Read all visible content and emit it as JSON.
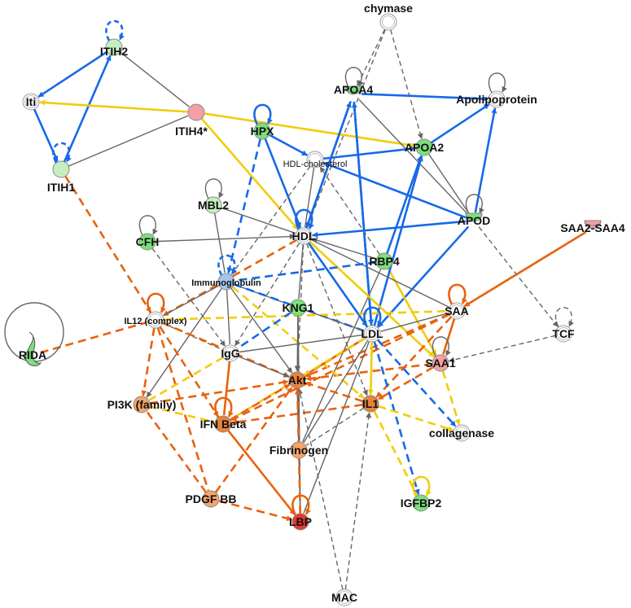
{
  "colors": {
    "blue": "#1769e8",
    "orange": "#e8620e",
    "yellow": "#f2cc0c",
    "gray": "#666666",
    "node_green": "#7be07b",
    "node_light_green": "#c6efc0",
    "node_orange": "#e8823c",
    "node_light_orange": "#f3a56a",
    "node_red": "#e53935",
    "node_pink": "#f2a0a6",
    "node_blue": "#a8c4ea",
    "node_white": "#ffffff"
  },
  "nodes": [
    {
      "id": "chymase",
      "label": "chymase",
      "fill": "white",
      "shape": "circle"
    },
    {
      "id": "itih2",
      "label": "ITIH2",
      "fill": "light_green",
      "shape": "circle"
    },
    {
      "id": "lti",
      "label": "Iti",
      "fill": "white",
      "shape": "circle"
    },
    {
      "id": "itih4",
      "label": "ITIH4*",
      "fill": "pink",
      "shape": "circle"
    },
    {
      "id": "itih1",
      "label": "ITIH1",
      "fill": "light_green",
      "shape": "circle"
    },
    {
      "id": "apoa4",
      "label": "APOA4",
      "fill": "green",
      "shape": "cup"
    },
    {
      "id": "apolipoprotein",
      "label": "Apolipoprotein",
      "fill": "white",
      "shape": "circle"
    },
    {
      "id": "hpx",
      "label": "HPX",
      "fill": "green",
      "shape": "circle"
    },
    {
      "id": "hdlchol",
      "label": "HDL-cholesterol",
      "fill": "white",
      "shape": "circle"
    },
    {
      "id": "apoa2",
      "label": "APOA2",
      "fill": "green",
      "shape": "circle"
    },
    {
      "id": "mbl2",
      "label": "MBL2",
      "fill": "light_green",
      "shape": "circle"
    },
    {
      "id": "apod",
      "label": "APOD",
      "fill": "green",
      "shape": "cup"
    },
    {
      "id": "cfh",
      "label": "CFH",
      "fill": "green",
      "shape": "circle"
    },
    {
      "id": "hdl",
      "label": "HDL",
      "fill": "white",
      "shape": "circle"
    },
    {
      "id": "saa2saa4",
      "label": "SAA2-SAA4",
      "fill": "pink",
      "shape": "cup"
    },
    {
      "id": "rbp4",
      "label": "RBP4",
      "fill": "green",
      "shape": "circle"
    },
    {
      "id": "immuno",
      "label": "Immunoglobulin",
      "fill": "blue",
      "shape": "circle"
    },
    {
      "id": "saa",
      "label": "SAA",
      "fill": "white",
      "shape": "circle"
    },
    {
      "id": "rida",
      "label": "RIDA",
      "fill": "green",
      "shape": "hook"
    },
    {
      "id": "il12",
      "label": "IL12 (complex)",
      "fill": "white",
      "shape": "circle"
    },
    {
      "id": "kng1",
      "label": "KNG1",
      "fill": "green",
      "shape": "circle"
    },
    {
      "id": "ldl",
      "label": "LDL",
      "fill": "white",
      "shape": "circle"
    },
    {
      "id": "tcf",
      "label": "TCF",
      "fill": "white",
      "shape": "circle"
    },
    {
      "id": "igg",
      "label": "IgG",
      "fill": "white",
      "shape": "circle"
    },
    {
      "id": "saa1",
      "label": "SAA1",
      "fill": "pink",
      "shape": "circle"
    },
    {
      "id": "akt",
      "label": "Akt",
      "fill": "orange",
      "shape": "circle"
    },
    {
      "id": "pi3k",
      "label": "PI3K (family)",
      "fill": "light_orange",
      "shape": "circle"
    },
    {
      "id": "il1",
      "label": "IL1",
      "fill": "orange",
      "shape": "circle"
    },
    {
      "id": "ifnbeta",
      "label": "IFN Beta",
      "fill": "orange",
      "shape": "circle"
    },
    {
      "id": "collagenase",
      "label": "collagenase",
      "fill": "white",
      "shape": "circle"
    },
    {
      "id": "fibrinogen",
      "label": "Fibrinogen",
      "fill": "light_orange",
      "shape": "circle"
    },
    {
      "id": "pdgfbb",
      "label": "PDGF BB",
      "fill": "light_orange",
      "shape": "circle"
    },
    {
      "id": "igfbp2",
      "label": "IGFBP2",
      "fill": "green",
      "shape": "circle"
    },
    {
      "id": "lbp",
      "label": "LBP",
      "fill": "red",
      "shape": "circle"
    },
    {
      "id": "mac",
      "label": "MAC",
      "fill": "white",
      "shape": "circle"
    }
  ],
  "edges": [
    {
      "from": "chymase",
      "to": "apoa4",
      "color": "gray",
      "dash": true,
      "arrow": true
    },
    {
      "from": "chymase",
      "to": "apoa2",
      "color": "gray",
      "dash": true,
      "arrow": true
    },
    {
      "from": "chymase",
      "to": "hdl",
      "color": "gray",
      "dash": true,
      "arrow": true
    },
    {
      "from": "itih2",
      "to": "lti",
      "color": "blue",
      "dash": false,
      "arrow": true
    },
    {
      "from": "itih1",
      "to": "itih2",
      "color": "blue",
      "dash": false,
      "arrow": true
    },
    {
      "from": "lti",
      "to": "itih1",
      "color": "blue",
      "dash": false,
      "arrow": true
    },
    {
      "from": "itih2",
      "to": "itih4",
      "color": "gray",
      "dash": false,
      "arrow": false
    },
    {
      "from": "itih1",
      "to": "itih4",
      "color": "gray",
      "dash": false,
      "arrow": false
    },
    {
      "from": "itih4",
      "to": "lti",
      "color": "yellow",
      "dash": false,
      "arrow": true
    },
    {
      "from": "itih4",
      "to": "hdl",
      "color": "yellow",
      "dash": false,
      "arrow": true
    },
    {
      "from": "itih4",
      "to": "apoa2",
      "color": "yellow",
      "dash": false,
      "arrow": true
    },
    {
      "from": "itih1",
      "to": "il12",
      "color": "orange",
      "dash": true,
      "arrow": true
    },
    {
      "from": "apoa4",
      "to": "apolipoprotein",
      "color": "blue",
      "dash": false,
      "arrow": true
    },
    {
      "from": "apoa4",
      "to": "hdl",
      "color": "blue",
      "dash": false,
      "arrow": true
    },
    {
      "from": "apoa4",
      "to": "ldl",
      "color": "blue",
      "dash": false,
      "arrow": true
    },
    {
      "from": "apoa4",
      "to": "apod",
      "color": "gray",
      "dash": false,
      "arrow": false
    },
    {
      "from": "hdl",
      "to": "apoa4",
      "color": "blue",
      "dash": false,
      "arrow": true
    },
    {
      "from": "ldl",
      "to": "apoa4",
      "color": "blue",
      "dash": false,
      "arrow": true
    },
    {
      "from": "hdlchol",
      "to": "apoa2",
      "color": "blue",
      "dash": false,
      "arrow": true
    },
    {
      "from": "apoa2",
      "to": "apolipoprotein",
      "color": "blue",
      "dash": false,
      "arrow": true
    },
    {
      "from": "apoa2",
      "to": "apod",
      "color": "gray",
      "dash": false,
      "arrow": false
    },
    {
      "from": "apod",
      "to": "apolipoprotein",
      "color": "blue",
      "dash": false,
      "arrow": true
    },
    {
      "from": "apod",
      "to": "hdlchol",
      "color": "blue",
      "dash": false,
      "arrow": true
    },
    {
      "from": "apod",
      "to": "hdl",
      "color": "blue",
      "dash": false,
      "arrow": true
    },
    {
      "from": "apod",
      "to": "ldl",
      "color": "blue",
      "dash": false,
      "arrow": true
    },
    {
      "from": "apod",
      "to": "tcf",
      "color": "gray",
      "dash": true,
      "arrow": true
    },
    {
      "from": "hpx",
      "to": "hdlchol",
      "color": "blue",
      "dash": false,
      "arrow": true
    },
    {
      "from": "hpx",
      "to": "hdl",
      "color": "blue",
      "dash": false,
      "arrow": true
    },
    {
      "from": "hpx",
      "to": "immuno",
      "color": "blue",
      "dash": true,
      "arrow": true
    },
    {
      "from": "hdlchol",
      "to": "hdl",
      "color": "gray",
      "dash": false,
      "arrow": false
    },
    {
      "from": "hdlchol",
      "to": "immuno",
      "color": "gray",
      "dash": true,
      "arrow": true
    },
    {
      "from": "rbp4",
      "to": "hdlchol",
      "color": "gray",
      "dash": true,
      "arrow": true
    },
    {
      "from": "rbp4",
      "to": "apoa2",
      "color": "blue",
      "dash": false,
      "arrow": true
    },
    {
      "from": "rbp4",
      "to": "hdl",
      "color": "gray",
      "dash": false,
      "arrow": true
    },
    {
      "from": "rbp4",
      "to": "saa1",
      "color": "yellow",
      "dash": false,
      "arrow": true
    },
    {
      "from": "rbp4",
      "to": "fibrinogen",
      "color": "gray",
      "dash": false,
      "arrow": false
    },
    {
      "from": "hdl",
      "to": "ldl",
      "color": "blue",
      "dash": false,
      "arrow": true
    },
    {
      "from": "ldl",
      "to": "apoa2",
      "color": "blue",
      "dash": false,
      "arrow": true
    },
    {
      "from": "mbl2",
      "to": "hdl",
      "color": "gray",
      "dash": false,
      "arrow": false
    },
    {
      "from": "mbl2",
      "to": "immuno",
      "color": "gray",
      "dash": false,
      "arrow": false
    },
    {
      "from": "cfh",
      "to": "hdl",
      "color": "gray",
      "dash": false,
      "arrow": true
    },
    {
      "from": "cfh",
      "to": "igg",
      "color": "gray",
      "dash": true,
      "arrow": true
    },
    {
      "from": "hdl",
      "to": "saa",
      "color": "gray",
      "dash": false,
      "arrow": false
    },
    {
      "from": "hdl",
      "to": "saa1",
      "color": "yellow",
      "dash": false,
      "arrow": true
    },
    {
      "from": "hdl",
      "to": "kng1",
      "color": "gray",
      "dash": false,
      "arrow": false
    },
    {
      "from": "hdl",
      "to": "igg",
      "color": "gray",
      "dash": true,
      "arrow": true
    },
    {
      "from": "hdl",
      "to": "akt",
      "color": "gray",
      "dash": true,
      "arrow": true
    },
    {
      "from": "hdl",
      "to": "il1",
      "color": "gray",
      "dash": true,
      "arrow": true
    },
    {
      "from": "hdl",
      "to": "il12",
      "color": "orange",
      "dash": true,
      "arrow": true
    },
    {
      "from": "rbp4",
      "to": "immuno",
      "color": "blue",
      "dash": true,
      "arrow": false
    },
    {
      "from": "saa2saa4",
      "to": "saa",
      "color": "orange",
      "dash": false,
      "arrow": true
    },
    {
      "from": "saa",
      "to": "saa1",
      "color": "orange",
      "dash": false,
      "arrow": false
    },
    {
      "from": "saa",
      "to": "ldl",
      "color": "gray",
      "dash": false,
      "arrow": false
    },
    {
      "from": "saa",
      "to": "akt",
      "color": "orange",
      "dash": true,
      "arrow": true
    },
    {
      "from": "saa",
      "to": "il1",
      "color": "orange",
      "dash": true,
      "arrow": true
    },
    {
      "from": "saa",
      "to": "ifnbeta",
      "color": "orange",
      "dash": true,
      "arrow": true
    },
    {
      "from": "tcf",
      "to": "saa1",
      "color": "gray",
      "dash": true,
      "arrow": true
    },
    {
      "from": "saa1",
      "to": "collagenase",
      "color": "yellow",
      "dash": true,
      "arrow": true
    },
    {
      "from": "saa1",
      "to": "akt",
      "color": "orange",
      "dash": true,
      "arrow": true
    },
    {
      "from": "saa1",
      "to": "il1",
      "color": "orange",
      "dash": true,
      "arrow": true
    },
    {
      "from": "immuno",
      "to": "il12",
      "color": "gray",
      "dash": false,
      "arrow": false
    },
    {
      "from": "immuno",
      "to": "kng1",
      "color": "gray",
      "dash": false,
      "arrow": false
    },
    {
      "from": "immuno",
      "to": "igg",
      "color": "gray",
      "dash": false,
      "arrow": false
    },
    {
      "from": "immuno",
      "to": "akt",
      "color": "gray",
      "dash": false,
      "arrow": true
    },
    {
      "from": "immuno",
      "to": "pi3k",
      "color": "gray",
      "dash": false,
      "arrow": true
    },
    {
      "from": "immuno",
      "to": "ldl",
      "color": "blue",
      "dash": true,
      "arrow": false
    },
    {
      "from": "immuno",
      "to": "il1",
      "color": "yellow",
      "dash": true,
      "arrow": true
    },
    {
      "from": "rida",
      "to": "il12",
      "color": "orange",
      "dash": true,
      "arrow": false
    },
    {
      "from": "il12",
      "to": "igg",
      "color": "gray",
      "dash": true,
      "arrow": false
    },
    {
      "from": "il12",
      "to": "pi3k",
      "color": "orange",
      "dash": true,
      "arrow": true
    },
    {
      "from": "il12",
      "to": "ifnbeta",
      "color": "orange",
      "dash": true,
      "arrow": true
    },
    {
      "from": "il12",
      "to": "akt",
      "color": "orange",
      "dash": true,
      "arrow": true
    },
    {
      "from": "il12",
      "to": "saa",
      "color": "yellow",
      "dash": true,
      "arrow": false
    },
    {
      "from": "il12",
      "to": "pdgfbb",
      "color": "orange",
      "dash": true,
      "arrow": false
    },
    {
      "from": "kng1",
      "to": "ldl",
      "color": "gray",
      "dash": false,
      "arrow": false
    },
    {
      "from": "kng1",
      "to": "akt",
      "color": "gray",
      "dash": false,
      "arrow": true
    },
    {
      "from": "kng1",
      "to": "fibrinogen",
      "color": "gray",
      "dash": false,
      "arrow": false
    },
    {
      "from": "kng1",
      "to": "lbp",
      "color": "gray",
      "dash": false,
      "arrow": false
    },
    {
      "from": "kng1",
      "to": "igg",
      "color": "blue",
      "dash": true,
      "arrow": false
    },
    {
      "from": "ldl",
      "to": "akt",
      "color": "orange",
      "dash": false,
      "arrow": true
    },
    {
      "from": "ldl",
      "to": "il1",
      "color": "yellow",
      "dash": false,
      "arrow": true
    },
    {
      "from": "ldl",
      "to": "collagenase",
      "color": "blue",
      "dash": true,
      "arrow": true
    },
    {
      "from": "ldl",
      "to": "igfbp2",
      "color": "blue",
      "dash": true,
      "arrow": true
    },
    {
      "from": "ldl",
      "to": "ifnbeta",
      "color": "yellow",
      "dash": true,
      "arrow": false
    },
    {
      "from": "ldl",
      "to": "fibrinogen",
      "color": "gray",
      "dash": false,
      "arrow": false
    },
    {
      "from": "ldl",
      "to": "lbp",
      "color": "gray",
      "dash": false,
      "arrow": false
    },
    {
      "from": "ldl",
      "to": "igg",
      "color": "gray",
      "dash": false,
      "arrow": false
    },
    {
      "from": "igg",
      "to": "akt",
      "color": "gray",
      "dash": false,
      "arrow": true
    },
    {
      "from": "igg",
      "to": "ifnbeta",
      "color": "orange",
      "dash": false,
      "arrow": false
    },
    {
      "from": "igg",
      "to": "pi3k",
      "color": "yellow",
      "dash": true,
      "arrow": false
    },
    {
      "from": "pi3k",
      "to": "akt",
      "color": "orange",
      "dash": true,
      "arrow": true
    },
    {
      "from": "pi3k",
      "to": "ifnbeta",
      "color": "yellow",
      "dash": true,
      "arrow": false
    },
    {
      "from": "ifnbeta",
      "to": "akt",
      "color": "orange",
      "dash": true,
      "arrow": true
    },
    {
      "from": "il1",
      "to": "akt",
      "color": "orange",
      "dash": true,
      "arrow": true
    },
    {
      "from": "il1",
      "to": "ifnbeta",
      "color": "orange",
      "dash": true,
      "arrow": true
    },
    {
      "from": "il1",
      "to": "collagenase",
      "color": "yellow",
      "dash": true,
      "arrow": true
    },
    {
      "from": "il1",
      "to": "fibrinogen",
      "color": "gray",
      "dash": true,
      "arrow": false
    },
    {
      "from": "il1",
      "to": "igfbp2",
      "color": "yellow",
      "dash": true,
      "arrow": false
    },
    {
      "from": "mac",
      "to": "il1",
      "color": "gray",
      "dash": true,
      "arrow": true
    },
    {
      "from": "mac",
      "to": "akt",
      "color": "gray",
      "dash": true,
      "arrow": true
    },
    {
      "from": "akt",
      "to": "fibrinogen",
      "color": "gray",
      "dash": false,
      "arrow": false
    },
    {
      "from": "akt",
      "to": "lbp",
      "color": "gray",
      "dash": false,
      "arrow": false
    },
    {
      "from": "pdgfbb",
      "to": "akt",
      "color": "orange",
      "dash": true,
      "arrow": true
    },
    {
      "from": "pdgfbb",
      "to": "lbp",
      "color": "orange",
      "dash": true,
      "arrow": true
    },
    {
      "from": "pdgfbb",
      "to": "pi3k",
      "color": "orange",
      "dash": true,
      "arrow": false
    },
    {
      "from": "ifnbeta",
      "to": "lbp",
      "color": "orange",
      "dash": false,
      "arrow": true
    },
    {
      "from": "lbp",
      "to": "akt",
      "color": "orange",
      "dash": true,
      "arrow": true
    }
  ],
  "self_loops": [
    {
      "node": "itih2",
      "color": "blue",
      "dash": true
    },
    {
      "node": "itih1",
      "color": "blue",
      "dash": true
    },
    {
      "node": "apoa4",
      "color": "gray",
      "dash": false
    },
    {
      "node": "apolipoprotein",
      "color": "gray",
      "dash": false
    },
    {
      "node": "hpx",
      "color": "blue",
      "dash": false
    },
    {
      "node": "mbl2",
      "color": "gray",
      "dash": false
    },
    {
      "node": "apod",
      "color": "gray",
      "dash": false
    },
    {
      "node": "cfh",
      "color": "gray",
      "dash": false
    },
    {
      "node": "hdl",
      "color": "blue",
      "dash": false
    },
    {
      "node": "immuno",
      "color": "blue",
      "dash": true
    },
    {
      "node": "saa",
      "color": "orange",
      "dash": false
    },
    {
      "node": "il12",
      "color": "orange",
      "dash": false
    },
    {
      "node": "ldl",
      "color": "blue",
      "dash": false
    },
    {
      "node": "tcf",
      "color": "gray",
      "dash": true
    },
    {
      "node": "saa1",
      "color": "gray",
      "dash": false
    },
    {
      "node": "rida",
      "color": "gray",
      "dash": false
    },
    {
      "node": "ifnbeta",
      "color": "orange",
      "dash": false
    },
    {
      "node": "igfbp2",
      "color": "yellow",
      "dash": false
    },
    {
      "node": "lbp",
      "color": "orange",
      "dash": false
    }
  ]
}
